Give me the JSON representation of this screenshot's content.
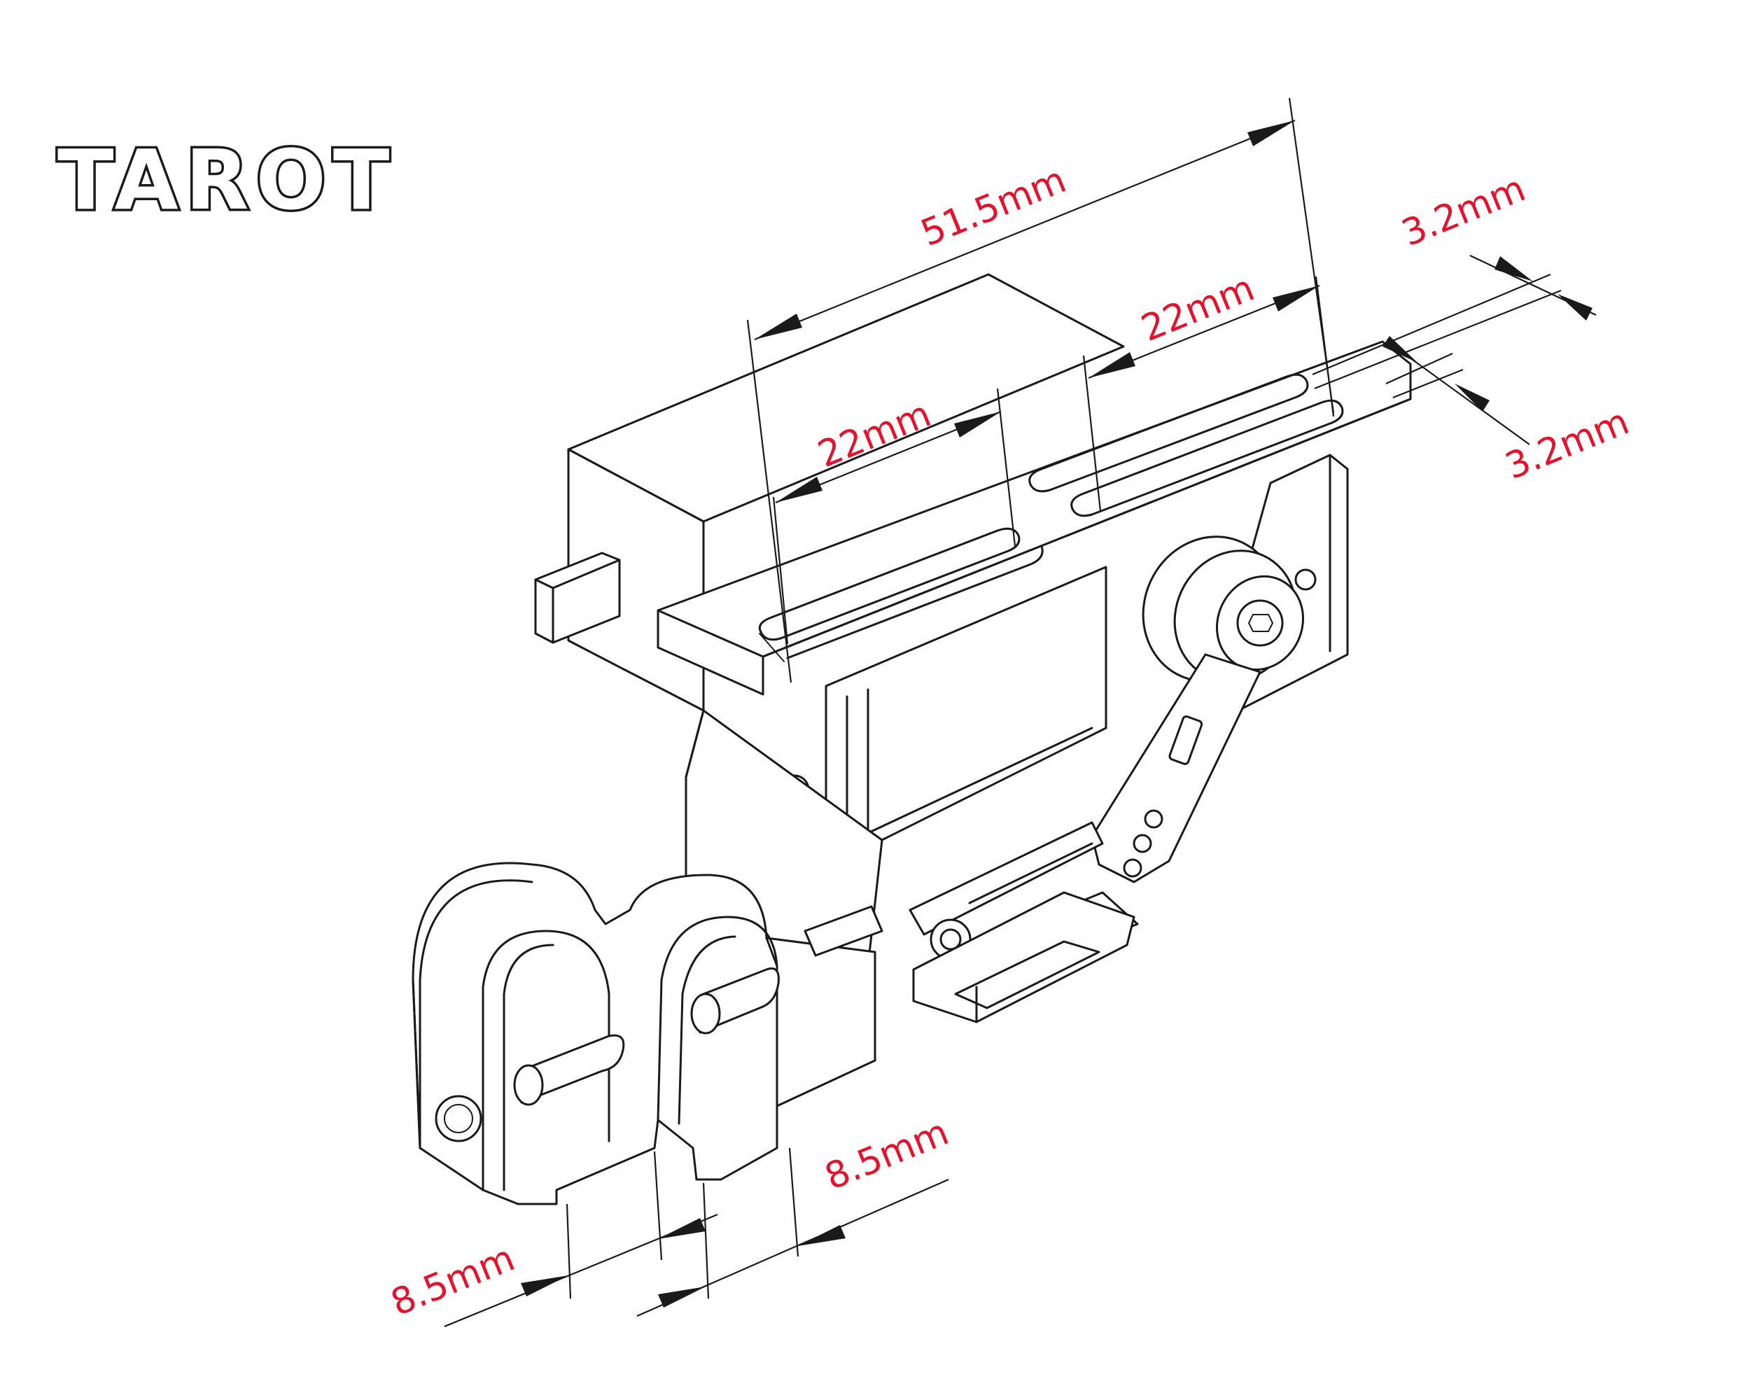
{
  "brand": {
    "logo_text": "TAROT"
  },
  "colors": {
    "dimension_text": "#e8102a",
    "line": "#1a1a1a",
    "background": "#ffffff"
  },
  "dimensions": {
    "overall_length": "51.5mm",
    "slot_length_left": "22mm",
    "slot_length_right": "22mm",
    "slot_width_upper": "3.2mm",
    "slot_width_lower": "3.2mm",
    "clamp_width_left": "8.5mm",
    "clamp_width_right": "8.5mm"
  }
}
